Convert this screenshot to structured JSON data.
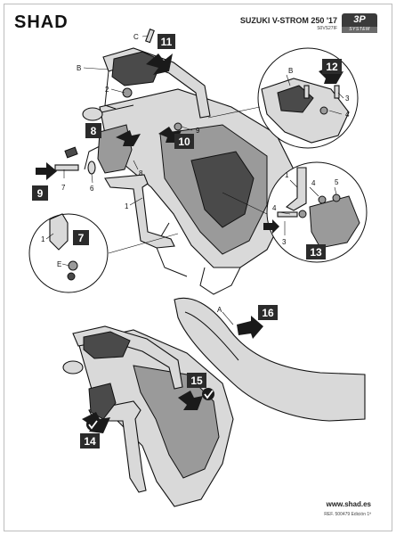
{
  "header": {
    "brand": "SHAD",
    "model": "SUZUKI V-STROM 250 '17",
    "reference_code": "S0VS27IF",
    "system_badge": "3P",
    "system_badge_sub": "SYSTEM"
  },
  "footer": {
    "website": "www.shad.es",
    "doc_reference": "REF. 500479 Edición 1ª"
  },
  "steps": [
    "7",
    "8",
    "9",
    "10",
    "11",
    "12",
    "13",
    "14",
    "15",
    "16"
  ],
  "parts": {
    "one": "1",
    "two": "2",
    "three": "3",
    "four": "4",
    "five": "5",
    "six": "6",
    "seven": "7",
    "eight": "8",
    "nine": "9",
    "A": "A",
    "B": "B",
    "C": "C",
    "E": "E"
  },
  "colors": {
    "ink": "#111111",
    "step_box": "#2b2b2b",
    "part_fill": "#d9d9d9"
  }
}
